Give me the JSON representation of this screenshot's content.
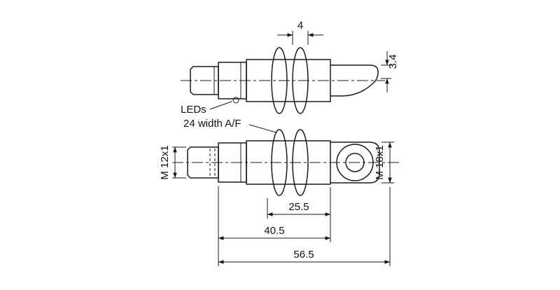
{
  "drawing": {
    "labels": {
      "leds": "LEDs",
      "width_af": "24 width A/F"
    },
    "threads": {
      "connector": "M 12x1",
      "body": "M 18x1"
    },
    "dimensions": {
      "nut": "4",
      "head": "3.4",
      "thread_length": "25.5",
      "barrel_length": "40.5",
      "total_length": "56.5"
    }
  }
}
